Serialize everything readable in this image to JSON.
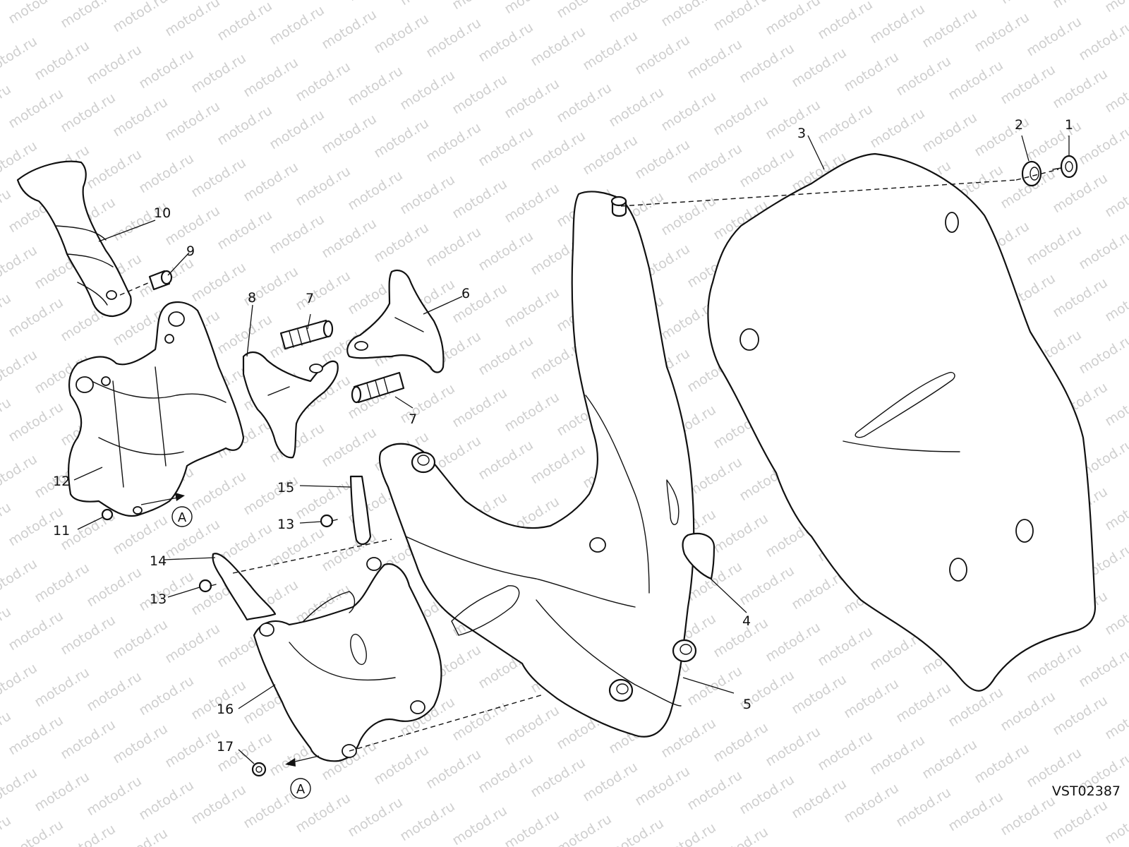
{
  "diagram": {
    "id": "VST02387",
    "watermark": "motod.ru",
    "view_reference": "A",
    "callouts": [
      "1",
      "2",
      "3",
      "4",
      "5",
      "6",
      "7",
      "7",
      "8",
      "9",
      "10",
      "11",
      "12",
      "13",
      "13",
      "14",
      "15",
      "16",
      "17"
    ]
  }
}
